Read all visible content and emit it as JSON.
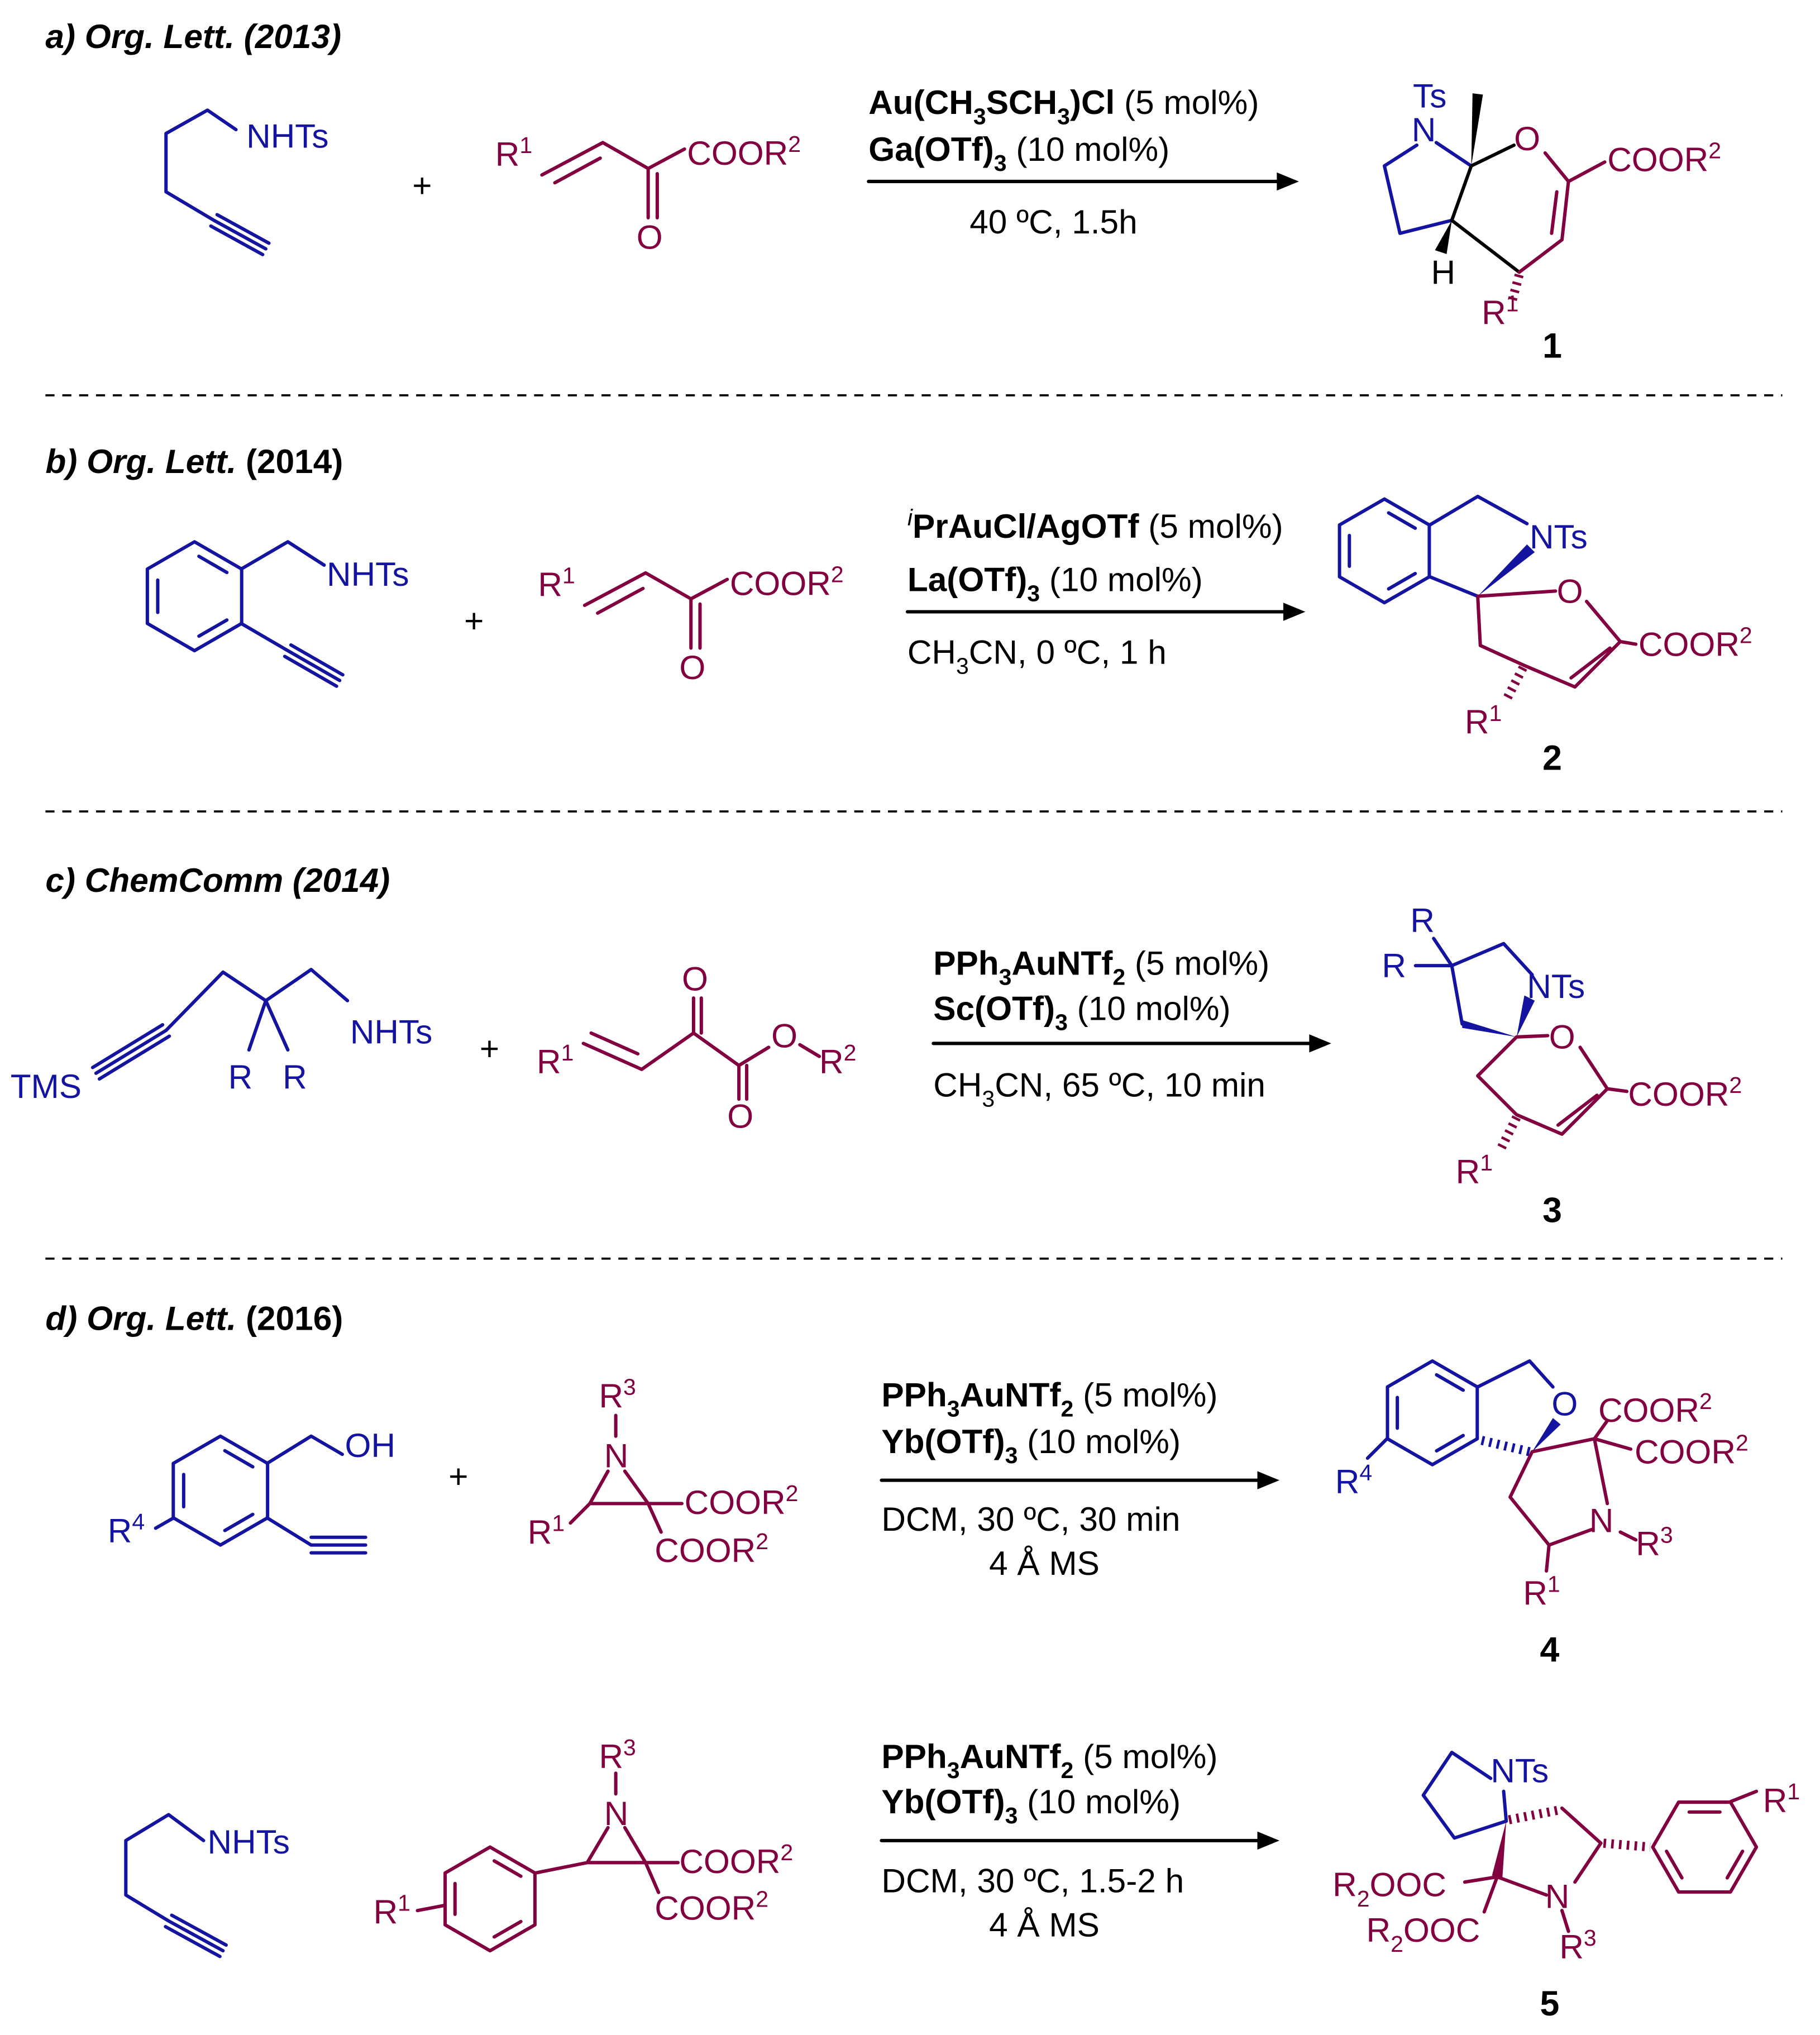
{
  "colors": {
    "reactant_blue": "#1414a0",
    "reactant_maroon": "#82003f",
    "text": "#000000"
  },
  "a": {
    "title": [
      {
        "t": "a) Org. Lett. (2013)",
        "b": 1,
        "i": 1
      }
    ],
    "plus": "+",
    "conditions": [
      [
        {
          "t": "Au(CH",
          "b": 1
        },
        {
          "t": "3",
          "b": 1,
          "sub": 1
        },
        {
          "t": "SCH",
          "b": 1
        },
        {
          "t": "3",
          "b": 1,
          "sub": 1
        },
        {
          "t": ")Cl",
          "b": 1
        },
        {
          "t": " (5 mol%)"
        }
      ],
      [
        {
          "t": "Ga(OTf)",
          "b": 1
        },
        {
          "t": "3",
          "b": 1,
          "sub": 1
        },
        {
          "t": " (10 mol%)"
        }
      ],
      [
        {
          "t": "40 ºC, 1.5h"
        }
      ]
    ],
    "reactant1": {
      "nhts": "NHTs"
    },
    "reactant2": {
      "r1": [
        {
          "t": "R"
        },
        {
          "t": "1",
          "sup": 1
        }
      ],
      "o": "O",
      "coor2": [
        {
          "t": "COOR"
        },
        {
          "t": "2",
          "sup": 1
        }
      ]
    },
    "product": {
      "ts": "Ts",
      "n": "N",
      "o": "O",
      "h": "H",
      "coor2": [
        {
          "t": "COOR"
        },
        {
          "t": "2",
          "sup": 1
        }
      ],
      "r1": [
        {
          "t": "R"
        },
        {
          "t": "1",
          "sup": 1
        }
      ],
      "number": "1"
    }
  },
  "b": {
    "title": [
      {
        "t": "b) Org. Lett.",
        "b": 1,
        "i": 1
      },
      {
        "t": " (2014)",
        "b": 1
      }
    ],
    "plus": "+",
    "conditions": [
      [
        {
          "t": "i",
          "i": 1,
          "sup": 1
        },
        {
          "t": "PrAuCl/AgOTf",
          "b": 1
        },
        {
          "t": " (5 mol%)"
        }
      ],
      [
        {
          "t": "La(OTf)",
          "b": 1
        },
        {
          "t": "3",
          "b": 1,
          "sub": 1
        },
        {
          "t": " (10 mol%)"
        }
      ],
      [
        {
          "t": "CH"
        },
        {
          "t": "3",
          "sub": 1
        },
        {
          "t": "CN, 0 ºC, 1 h"
        }
      ]
    ],
    "reactant1": {
      "nhts": "NHTs"
    },
    "reactant2": {
      "r1": [
        {
          "t": "R"
        },
        {
          "t": "1",
          "sup": 1
        }
      ],
      "o": "O",
      "coor2": [
        {
          "t": "COOR"
        },
        {
          "t": "2",
          "sup": 1
        }
      ]
    },
    "product": {
      "nts": "NTs",
      "o": "O",
      "coor2": [
        {
          "t": "COOR"
        },
        {
          "t": "2",
          "sup": 1
        }
      ],
      "r1": [
        {
          "t": "R"
        },
        {
          "t": "1",
          "sup": 1
        }
      ],
      "number": "2"
    }
  },
  "c": {
    "title": [
      {
        "t": "c) ChemComm (2014)",
        "b": 1,
        "i": 1
      }
    ],
    "plus": "+",
    "conditions": [
      [
        {
          "t": "PPh",
          "b": 1
        },
        {
          "t": "3",
          "b": 1,
          "sub": 1
        },
        {
          "t": "AuNTf",
          "b": 1
        },
        {
          "t": "2",
          "b": 1,
          "sub": 1
        },
        {
          "t": " (5 mol%)"
        }
      ],
      [
        {
          "t": "Sc(OTf)",
          "b": 1
        },
        {
          "t": "3",
          "b": 1,
          "sub": 1
        },
        {
          "t": " (10 mol%)"
        }
      ],
      [
        {
          "t": "CH"
        },
        {
          "t": "3",
          "sub": 1
        },
        {
          "t": "CN, 65 ºC, 10 min"
        }
      ]
    ],
    "reactant1": {
      "tms": "TMS",
      "nhts": "NHTs",
      "r_a": "R",
      "r_b": "R"
    },
    "reactant2": {
      "r1": [
        {
          "t": "R"
        },
        {
          "t": "1",
          "sup": 1
        }
      ],
      "o_ketone": "O",
      "o_ester": "O",
      "o_ether": "O",
      "r2": [
        {
          "t": "R"
        },
        {
          "t": "2",
          "sup": 1
        }
      ]
    },
    "product": {
      "r_a": "R",
      "r_b": "R",
      "nts": "NTs",
      "o": "O",
      "coor2": [
        {
          "t": "COOR"
        },
        {
          "t": "2",
          "sup": 1
        }
      ],
      "r1": [
        {
          "t": "R"
        },
        {
          "t": "1",
          "sup": 1
        }
      ],
      "number": "3"
    }
  },
  "d": {
    "title": [
      {
        "t": "d) Org. Lett.",
        "b": 1,
        "i": 1
      },
      {
        "t": " (2016)",
        "b": 1
      }
    ],
    "reaction1": {
      "plus": "+",
      "conditions": [
        [
          {
            "t": "PPh",
            "b": 1
          },
          {
            "t": "3",
            "b": 1,
            "sub": 1
          },
          {
            "t": "AuNTf",
            "b": 1
          },
          {
            "t": "2",
            "b": 1,
            "sub": 1
          },
          {
            "t": " (5 mol%)"
          }
        ],
        [
          {
            "t": "Yb(OTf)",
            "b": 1
          },
          {
            "t": "3",
            "b": 1,
            "sub": 1
          },
          {
            "t": " (10 mol%)"
          }
        ],
        [
          {
            "t": "DCM, 30 ºC, 30 min"
          }
        ],
        [
          {
            "t": "4 Å MS"
          }
        ]
      ],
      "reactant1": {
        "oh": "OH",
        "r4": [
          {
            "t": "R"
          },
          {
            "t": "4",
            "sup": 1
          }
        ]
      },
      "reactant2": {
        "n": "N",
        "r3": [
          {
            "t": "R"
          },
          {
            "t": "3",
            "sup": 1
          }
        ],
        "r1": [
          {
            "t": "R"
          },
          {
            "t": "1",
            "sup": 1
          }
        ],
        "coor2_a": [
          {
            "t": "COOR"
          },
          {
            "t": "2",
            "sup": 1
          }
        ],
        "coor2_b": [
          {
            "t": "COOR"
          },
          {
            "t": "2",
            "sup": 1
          }
        ]
      },
      "product": {
        "o": "O",
        "r4": [
          {
            "t": "R"
          },
          {
            "t": "4",
            "sup": 1
          }
        ],
        "coor2_a": [
          {
            "t": "COOR"
          },
          {
            "t": "2",
            "sup": 1
          }
        ],
        "coor2_b": [
          {
            "t": "COOR"
          },
          {
            "t": "2",
            "sup": 1
          }
        ],
        "n": "N",
        "r3": [
          {
            "t": "R"
          },
          {
            "t": "3",
            "sup": 1
          }
        ],
        "r1": [
          {
            "t": "R"
          },
          {
            "t": "1",
            "sup": 1
          }
        ],
        "number": "4"
      }
    },
    "reaction2": {
      "conditions": [
        [
          {
            "t": "PPh",
            "b": 1
          },
          {
            "t": "3",
            "b": 1,
            "sub": 1
          },
          {
            "t": "AuNTf",
            "b": 1
          },
          {
            "t": "2",
            "b": 1,
            "sub": 1
          },
          {
            "t": " (5 mol%)"
          }
        ],
        [
          {
            "t": "Yb(OTf)",
            "b": 1
          },
          {
            "t": "3",
            "b": 1,
            "sub": 1
          },
          {
            "t": " (10 mol%)"
          }
        ],
        [
          {
            "t": "DCM, 30 ºC, 1.5-2 h"
          }
        ],
        [
          {
            "t": "4 Å MS"
          }
        ]
      ],
      "reactant1": {
        "nhts": "NHTs"
      },
      "reactant2": {
        "n": "N",
        "r3": [
          {
            "t": "R"
          },
          {
            "t": "3",
            "sup": 1
          }
        ],
        "r1": [
          {
            "t": "R"
          },
          {
            "t": "1",
            "sup": 1
          }
        ],
        "coor2_a": [
          {
            "t": "COOR"
          },
          {
            "t": "2",
            "sup": 1
          }
        ],
        "coor2_b": [
          {
            "t": "COOR"
          },
          {
            "t": "2",
            "sup": 1
          }
        ]
      },
      "product": {
        "nts": "NTs",
        "n": "N",
        "r3": [
          {
            "t": "R"
          },
          {
            "t": "3",
            "sup": 1
          }
        ],
        "r1": [
          {
            "t": "R"
          },
          {
            "t": "1",
            "sup": 1
          }
        ],
        "r2ooc_a": [
          {
            "t": "R"
          },
          {
            "t": "2",
            "sub": 1
          },
          {
            "t": "OOC"
          }
        ],
        "r2ooc_b": [
          {
            "t": "R"
          },
          {
            "t": "2",
            "sub": 1
          },
          {
            "t": "OOC"
          }
        ],
        "number": "5"
      }
    }
  }
}
